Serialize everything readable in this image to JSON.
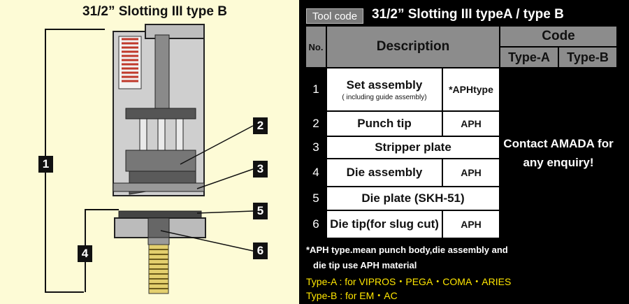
{
  "diagram": {
    "title": "31/2” Slotting III type B",
    "callouts": [
      "1",
      "2",
      "3",
      "4",
      "5",
      "6"
    ]
  },
  "header": {
    "tool_code_label": "Tool code",
    "title": "31/2” Slotting III typeA / type B"
  },
  "table": {
    "col_no": "No.",
    "col_description": "Description",
    "col_code": "Code",
    "col_type_a": "Type-A",
    "col_type_b": "Type-B",
    "rows": [
      {
        "no": "1",
        "description": "Set assembly",
        "sub": "( including guide assembly)",
        "code": "*APHtype"
      },
      {
        "no": "2",
        "description": "Punch tip",
        "code": "APH"
      },
      {
        "no": "3",
        "description": "Stripper plate"
      },
      {
        "no": "4",
        "description": "Die assembly",
        "code": "APH"
      },
      {
        "no": "5",
        "description": "Die plate (SKH-51)"
      },
      {
        "no": "6",
        "description": "Die tip(for slug cut)",
        "code": "APH"
      }
    ],
    "contact": "Contact AMADA for any enquiry!"
  },
  "notes": {
    "aph_note_1": "*APH type.mean punch body,die assembly and",
    "aph_note_2": "die tip use APH material",
    "type_a": "Type-A : for VIPROS・PEGA・COMA・ARIES",
    "type_b": "Type-B : for EM・AC"
  }
}
